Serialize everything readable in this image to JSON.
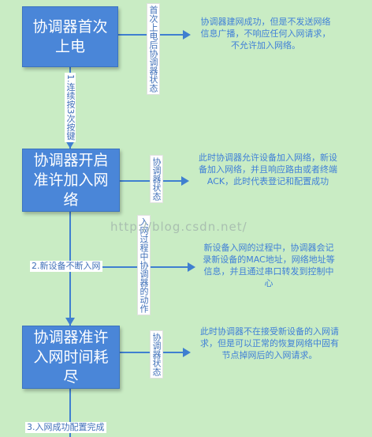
{
  "nodes": [
    {
      "label": "协调器首次上电"
    },
    {
      "label": "协调器开启准许加入网络"
    },
    {
      "label": "协调器准许入网时间耗尽"
    }
  ],
  "side_labels": [
    "首次上电后协调器状态",
    "协调器状态",
    "入网过程中协调器的动作",
    "协调器状态"
  ],
  "descriptions": [
    "协调器建网成功，但是不发送网络信息广播，不响应任何入网请求，不允许加入网络。",
    "此时协调器允许设备加入网络，新设备加入网络，并且响应路由或者终端ACK，此时代表登记和配置成功",
    "新设备入网的过程中，协调器会记录新设备的MAC地址，网络地址等信息，并且通过串口转发到控制中心",
    "此时协调器不在接受新设备的入网请求，但是可以正常的恢复网络中固有节点掉网后的入网请求。"
  ],
  "edge_labels": {
    "step1": "1.连续按3次按键",
    "step2": "2.新设备不断入网",
    "step3": "3.入网成功配置完成"
  },
  "watermark": "http://blog.csdn.net/"
}
